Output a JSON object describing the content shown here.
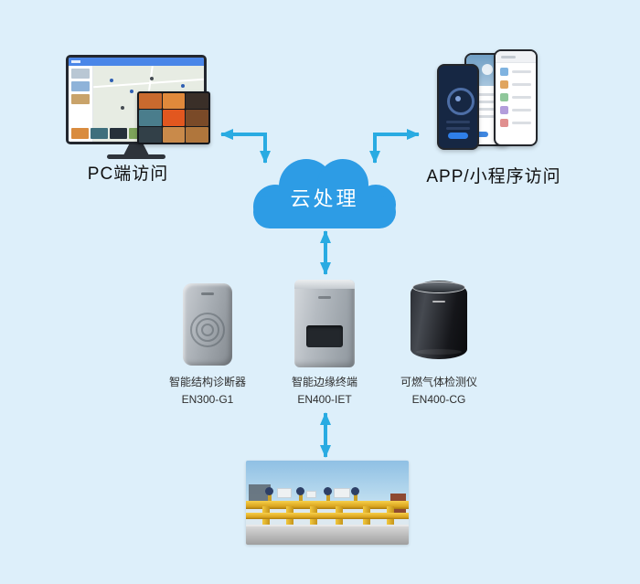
{
  "labels": {
    "pc": "PC端访问",
    "app": "APP/小程序访问",
    "cloud": "云处理"
  },
  "devices": [
    {
      "name": "智能结构诊断器",
      "model": "EN300-G1"
    },
    {
      "name": "智能边缘终端",
      "model": "EN400-IET"
    },
    {
      "name": "可燃气体检测仪",
      "model": "EN400-CG"
    }
  ],
  "colors": {
    "background": "#ddeffa",
    "arrow": "#29abe2",
    "cloud": "#2d9ce5"
  }
}
